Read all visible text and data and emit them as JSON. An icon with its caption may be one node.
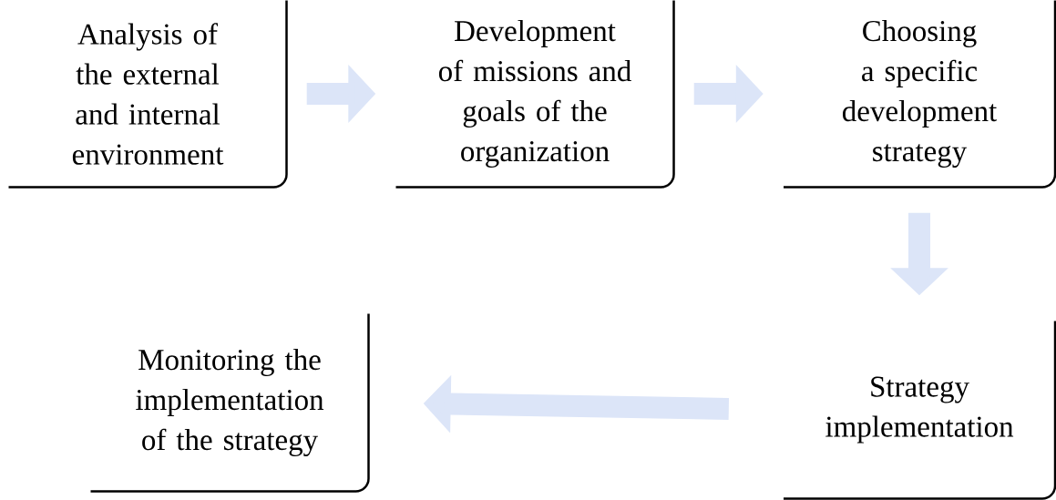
{
  "diagram": {
    "nodes": [
      {
        "text": [
          "Analysis of the external and internal environment"
        ]
      },
      {
        "text": [
          "Development of missions and goals of the organization"
        ]
      },
      {
        "text": [
          "Choosing a specific development strategy"
        ]
      },
      {
        "text": [
          "Strategy implementation"
        ]
      },
      {
        "text": [
          "Monitoring the implementation of the strategy"
        ]
      }
    ],
    "edges": [
      {
        "from": 0,
        "to": 1,
        "arrow": "to"
      },
      {
        "from": 1,
        "to": 2,
        "arrow": "to"
      },
      {
        "from": 2,
        "to": 3,
        "arrow": "to"
      },
      {
        "from": 3,
        "to": 4,
        "arrow": "to"
      }
    ]
  }
}
